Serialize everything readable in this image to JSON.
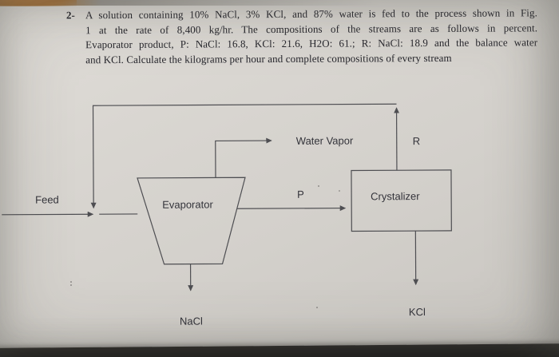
{
  "photo": {
    "paper_color": "#d7d4cf",
    "edge_color": "#141312",
    "corner_accent_color": "#a97a42",
    "line_color": "#4e4e52"
  },
  "problem": {
    "number": "2-",
    "lines": [
      "A solution containing 10% NaCl, 3% KCl, and 87% water is fed to the process shown in Fig.",
      "1 at the rate of 8,400 kg/hr. The compositions of the streams are as follows in percent.",
      "Evaporator product, P: NaCl: 16.8, KCl: 21.6, H2O: 61.; R: NaCl: 18.9 and the balance water",
      "and KCl. Calculate the kilograms per hour and complete compositions of every stream"
    ]
  },
  "diagram": {
    "units": {
      "evaporator": {
        "label": "Evaporator",
        "shape": "trapezoid"
      },
      "crystalizer": {
        "label": "Crystalizer",
        "shape": "rectangle"
      }
    },
    "streams": {
      "feed": {
        "label": "Feed"
      },
      "water_vapor": {
        "label": "Water Vapor"
      },
      "p": {
        "label": "P"
      },
      "r": {
        "label": "R"
      },
      "nacl": {
        "label": "NaCl"
      },
      "kcl": {
        "label": "KCl"
      }
    }
  }
}
